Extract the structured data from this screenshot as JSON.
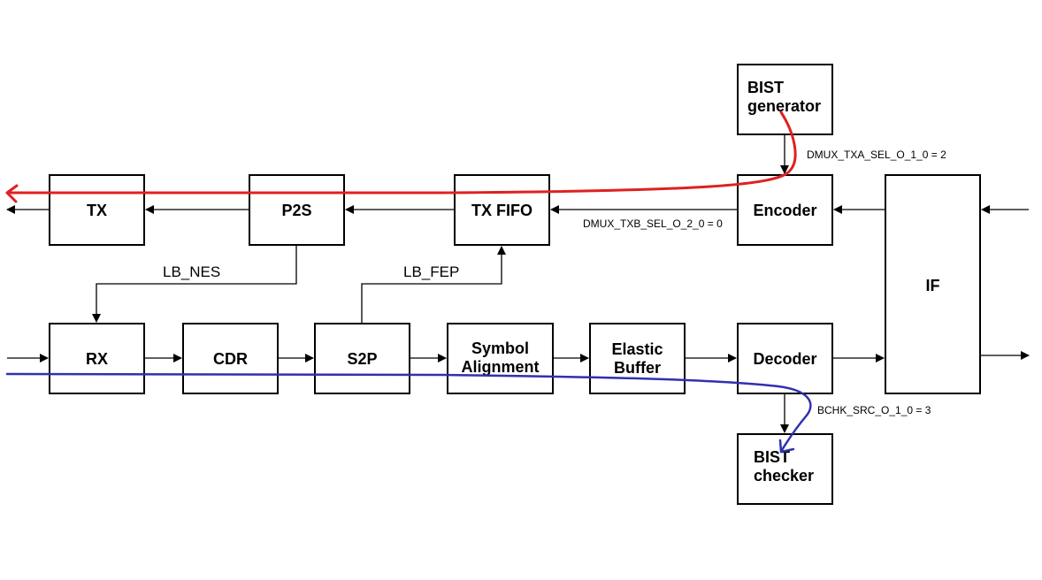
{
  "blocks": {
    "bist_generator": [
      "BIST",
      "generator"
    ],
    "tx": "TX",
    "p2s": "P2S",
    "tx_fifo": "TX FIFO",
    "encoder": "Encoder",
    "interface": "IF",
    "rx": "RX",
    "cdr": "CDR",
    "s2p": "S2P",
    "symbol_alignment": [
      "Symbol",
      "Alignment"
    ],
    "elastic_buffer": [
      "Elastic",
      "Buffer"
    ],
    "decoder": "Decoder",
    "bist_checker": [
      "BIST",
      "checker"
    ]
  },
  "signals": {
    "dmux_txa": "DMUX_TXA_SEL_O_1_0 = 2",
    "dmux_txb": "DMUX_TXB_SEL_O_2_0 = 0",
    "bchk_src": "BCHK_SRC_O_1_0 = 3",
    "lb_nes": "LB_NES",
    "lb_fep": "LB_FEP"
  },
  "paths": {
    "tx_path_color": "#e02020",
    "rx_path_color": "#3030b0"
  }
}
